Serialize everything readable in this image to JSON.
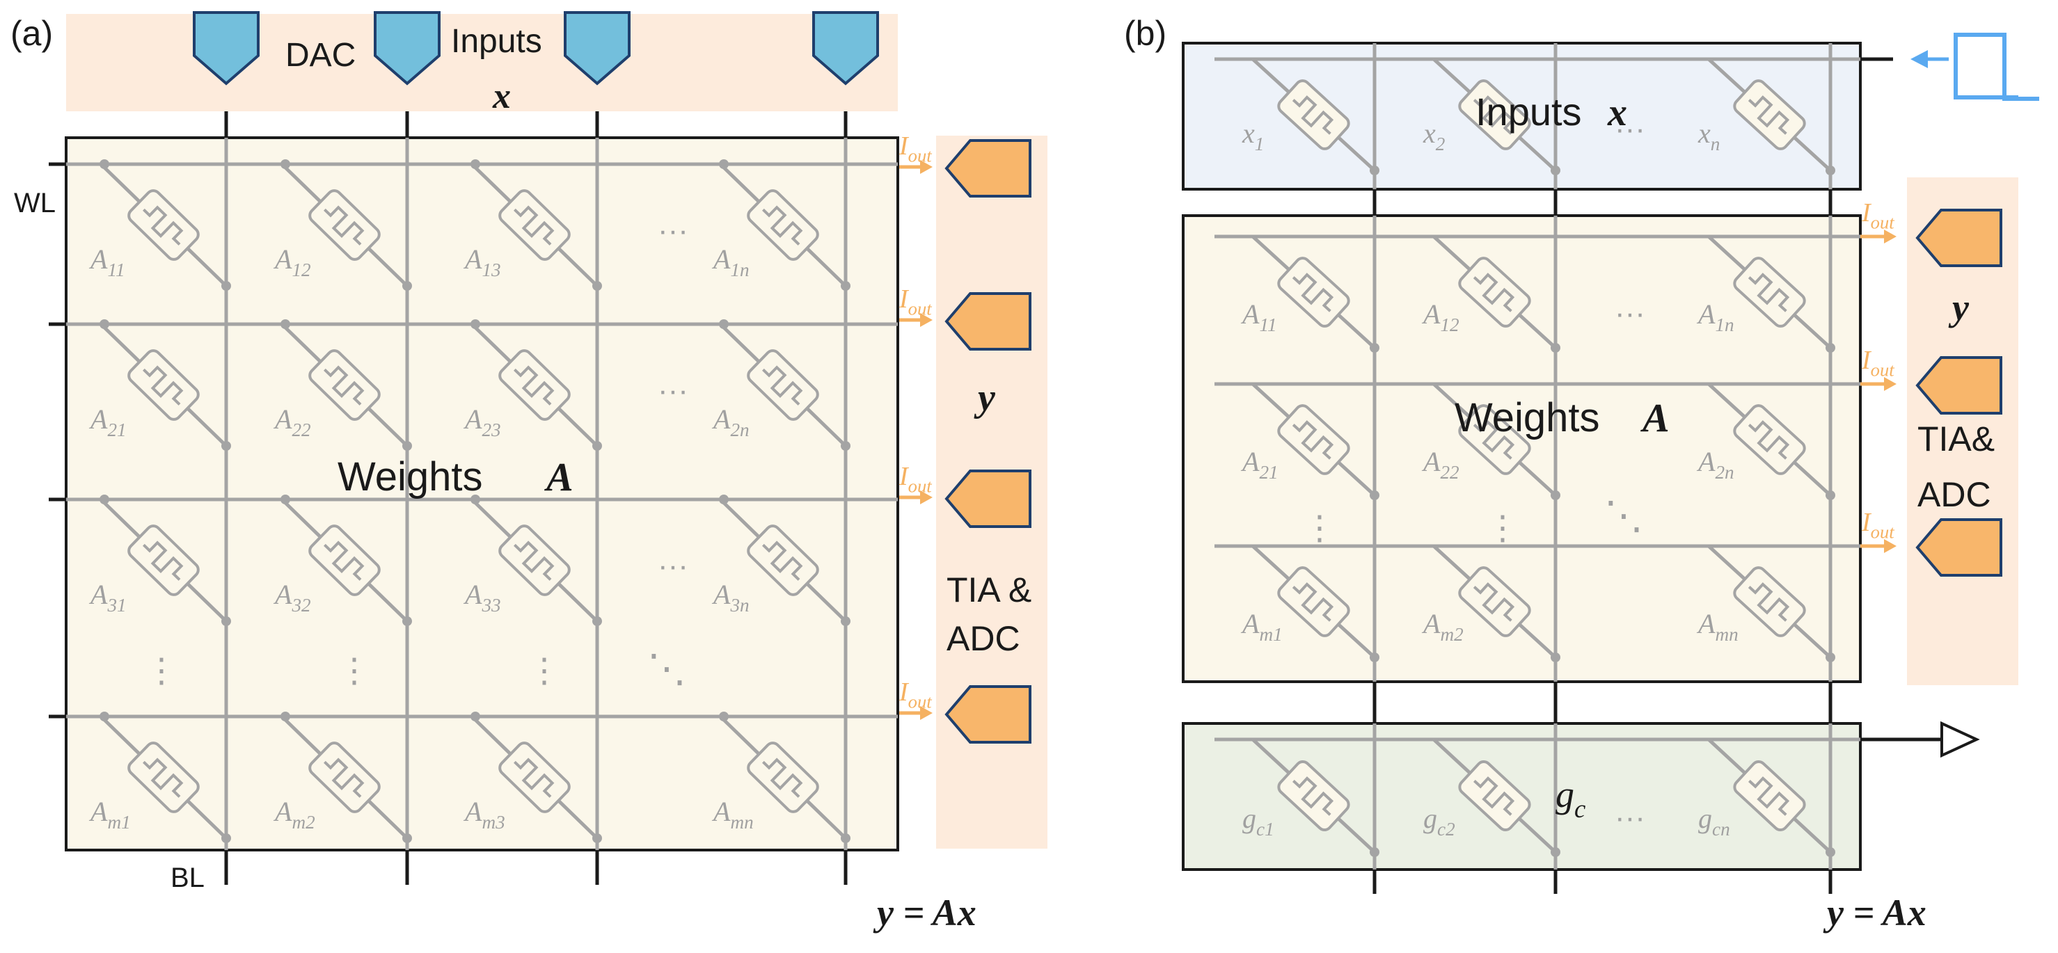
{
  "colors": {
    "array_fill": "#fbf7ea",
    "io_fill": "#fdebdc",
    "input_fill": "#edf2f9",
    "ref_fill": "#ebf0e4",
    "wire": "#a4a4a4",
    "cell_text": "#a0a0a0",
    "dac": "#73bfdc",
    "adc": "#f8b66b",
    "iout": "#f5b161",
    "pulse": "#5aa9f0",
    "outline": "#1a1a1a",
    "shape_border": "#1f3f6d"
  },
  "panel_a": {
    "tag": "(a)",
    "dac_label": "DAC",
    "inputs_label": "Inputs",
    "inputs_symbol": "x",
    "wl_label": "WL",
    "bl_label": "BL",
    "weights_label": "Weights",
    "weights_symbol": "A",
    "iout_labels": [
      "Iout",
      "Iout",
      "Iout",
      "Iout"
    ],
    "out_symbol": "y",
    "tia_line1": "TIA &",
    "tia_line2": "ADC",
    "equation": "y = Ax",
    "cell_labels": [
      [
        "A11",
        "A12",
        "A13",
        "A1n"
      ],
      [
        "A21",
        "A22",
        "A23",
        "A2n"
      ],
      [
        "A31",
        "A32",
        "A33",
        "A3n"
      ],
      [
        "Am1",
        "Am2",
        "Am3",
        "Amn"
      ]
    ],
    "ellipsis_h": "···",
    "ellipsis_v": "⋮",
    "ellipsis_d": "⋱"
  },
  "panel_b": {
    "tag": "(b)",
    "inputs_label": "Inputs",
    "inputs_symbol": "x",
    "input_cells": [
      "x1",
      "x2",
      "xn"
    ],
    "weights_label": "Weights",
    "weights_symbol": "A",
    "cell_labels": [
      [
        "A11",
        "A12",
        "A1n"
      ],
      [
        "A21",
        "A22",
        "A2n"
      ],
      [
        "Am1",
        "Am2",
        "Amn"
      ]
    ],
    "iout_labels": [
      "Iout",
      "Iout",
      "Iout"
    ],
    "out_symbol": "y",
    "tia_line1": "TIA&",
    "tia_line2": "ADC",
    "ref_label": "gc",
    "ref_cells": [
      "gc1",
      "gc2",
      "gcn"
    ],
    "equation": "y = Ax",
    "ellipsis_h": "···",
    "ellipsis_v": "⋮",
    "ellipsis_d": "⋱"
  }
}
